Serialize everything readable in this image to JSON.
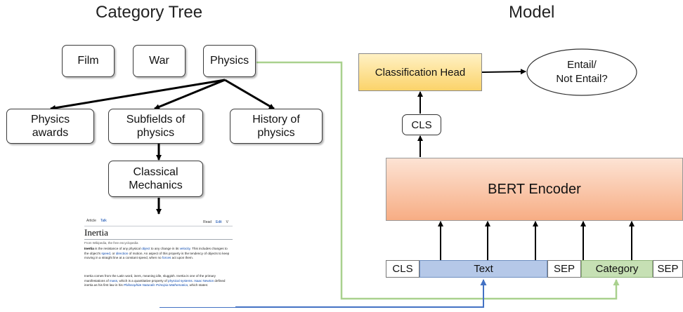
{
  "titles": {
    "left": "Category Tree",
    "right": "Model"
  },
  "tree": {
    "top": [
      "Film",
      "War",
      "Physics"
    ],
    "children": [
      "Physics\nawards",
      "Subfields of\nphysics",
      "History of\nphysics"
    ],
    "grandchild": "Classical\nMechanics"
  },
  "model": {
    "head": "Classification Head",
    "output": "Entail/\nNot Entail?",
    "cls_token": "CLS",
    "encoder": "BERT Encoder",
    "input": [
      "CLS",
      "Text",
      "SEP",
      "Category",
      "SEP"
    ]
  },
  "colors": {
    "head_fill": "#fddf8c",
    "encoder_fill": "#f7b592",
    "text_fill": "#b5c8e8",
    "category_fill": "#c6e0b4",
    "green_line": "#a9d18e",
    "blue_line": "#4472c4"
  },
  "wiki": {
    "tab_article": "Article",
    "tab_talk": "Talk",
    "tab_read": "Read",
    "tab_edit": "Edit",
    "tab_more": "V",
    "title": "Inertia",
    "from": "From Wikipedia, the free encyclopedia",
    "p1": {
      "a": "Inertia",
      "b": " is the resistance of any physical ",
      "c": "object",
      "d": " to any change in its ",
      "e": "velocity",
      "f": ". This includes changes to the object's ",
      "g": "speed",
      "h": ", or ",
      "i": "direction",
      "j": " of motion. An aspect of this property is the tendency of objects to keep moving in a straight line at a constant speed, when no ",
      "k": "forces",
      "l": " act upon them."
    },
    "p2": {
      "a": "Inertia comes from the Latin word, iners, meaning idle, sluggish. Inertia is one of the primary manifestations of ",
      "b": "mass",
      "c": ", which is a quantitative property of ",
      "d": "physical systems",
      "e": ". ",
      "f": "Isaac Newton",
      "g": " defined inertia as his first law in his ",
      "h": "Philosophiæ Naturalis Principia Mathematica",
      "i": ", which states:"
    }
  }
}
